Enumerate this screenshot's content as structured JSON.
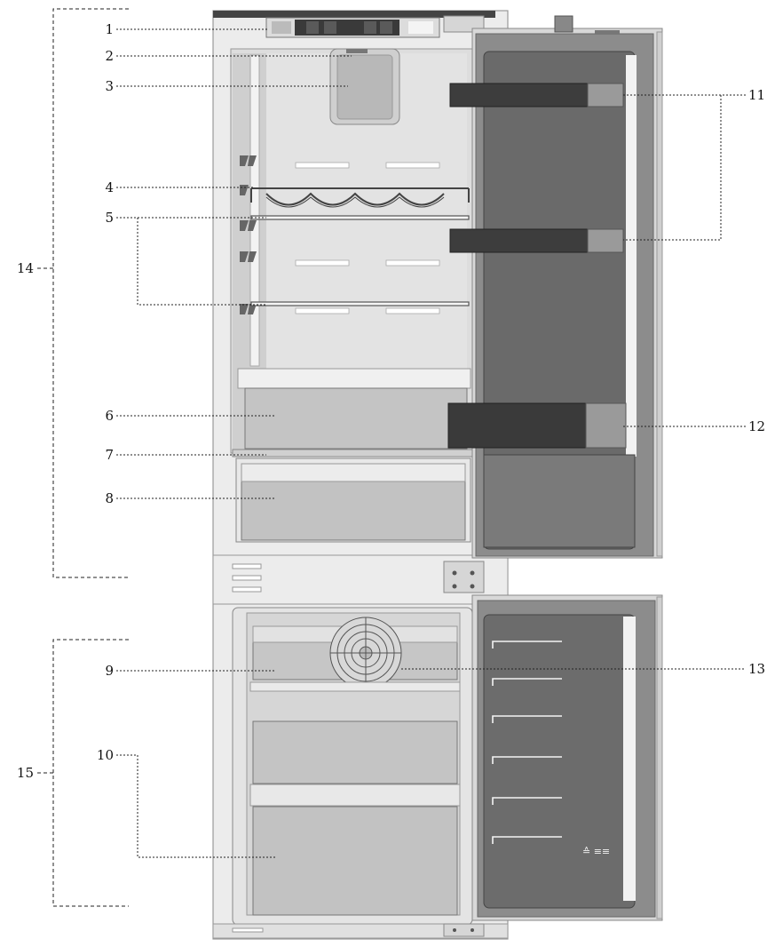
{
  "callouts": {
    "c1": "1",
    "c2": "2",
    "c3": "3",
    "c4": "4",
    "c5": "5",
    "c6": "6",
    "c7": "7",
    "c8": "8",
    "c9": "9",
    "c10": "10",
    "c11": "11",
    "c12": "12",
    "c13": "13",
    "c14": "14",
    "c15": "15"
  },
  "door_badge": "≙ ≡≡",
  "colors": {
    "cabinet": "#e8e8e8",
    "interior": "#dcdcdc",
    "shelf": "#f2f2f2",
    "door_outer": "#8a8a8a",
    "door_inner": "#6b6b6b",
    "bin_dark": "#3d3d3d",
    "bin_light": "#9a9a9a",
    "drawer": "#bdbdbd",
    "leader": "#222222"
  }
}
